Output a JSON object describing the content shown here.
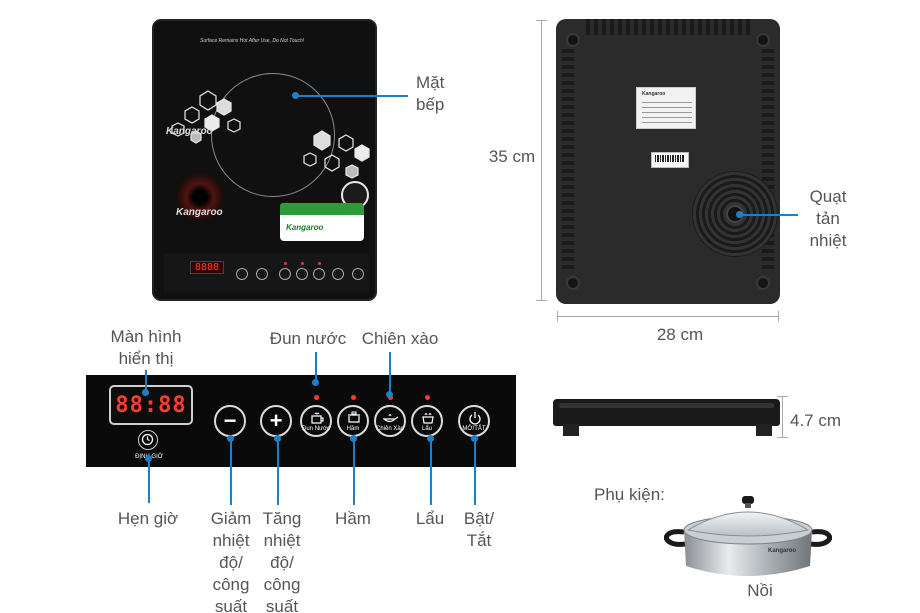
{
  "labels": {
    "surface": [
      "Mặt",
      "bếp"
    ],
    "fan": [
      "Quạt",
      "tản",
      "nhiệt"
    ],
    "height_top": "35 cm",
    "width_top": "28 cm",
    "thickness": "4.7 cm",
    "display": [
      "Màn hình",
      "hiển thị"
    ],
    "boil": "Đun nước",
    "fry": "Chiên xào",
    "timer": "Hẹn giờ",
    "decrease": [
      "Giảm",
      "nhiệt",
      "độ/",
      "công",
      "suất"
    ],
    "increase": [
      "Tăng",
      "nhiệt",
      "độ/",
      "công",
      "suất"
    ],
    "stew": "Hầm",
    "hotpot": "Lẩu",
    "power": [
      "Bật/",
      "Tắt"
    ],
    "accessory": "Phụ kiện:",
    "pot": "Nồi"
  },
  "cooker_top": {
    "warning_text": "Surface Remains Hot After Use, Do Not Touch!",
    "brand": "Kangaroo",
    "mini_display": "8888"
  },
  "panel": {
    "display_digits": "88:88",
    "timer_caption": "ĐỊNH GIỜ",
    "decrease_symbol": "−",
    "increase_symbol": "+",
    "boil_caption": "Đun Nước",
    "stew_caption": "Hầm",
    "fry_caption": "Chiên Xào",
    "hotpot_caption": "Lẩu",
    "power_caption": "MỞ/TẮT"
  },
  "pot": {
    "brand": "Kangaroo"
  },
  "colors": {
    "leader": "#1e7fc7",
    "led": "#ff3b30",
    "label_text": "#555555",
    "device_black": "#101010"
  }
}
